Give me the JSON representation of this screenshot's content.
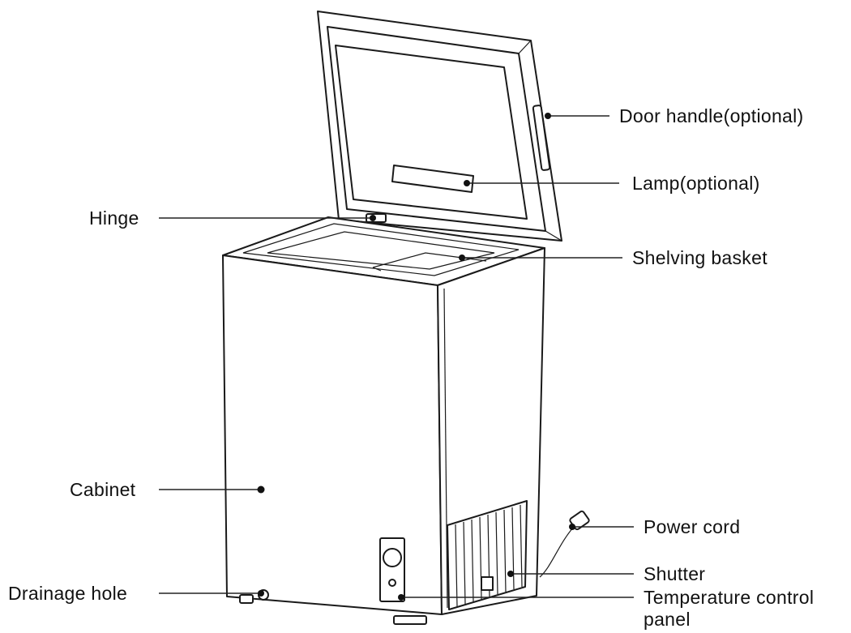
{
  "labels": {
    "door_handle": "Door handle(optional)",
    "lamp": "Lamp(optional)",
    "hinge": "Hinge",
    "shelving_basket": "Shelving basket",
    "cabinet": "Cabinet",
    "power_cord": "Power cord",
    "shutter": "Shutter",
    "drainage_hole": "Drainage hole",
    "temperature_control_line1": "Temperature control",
    "temperature_control_line2": "panel"
  }
}
